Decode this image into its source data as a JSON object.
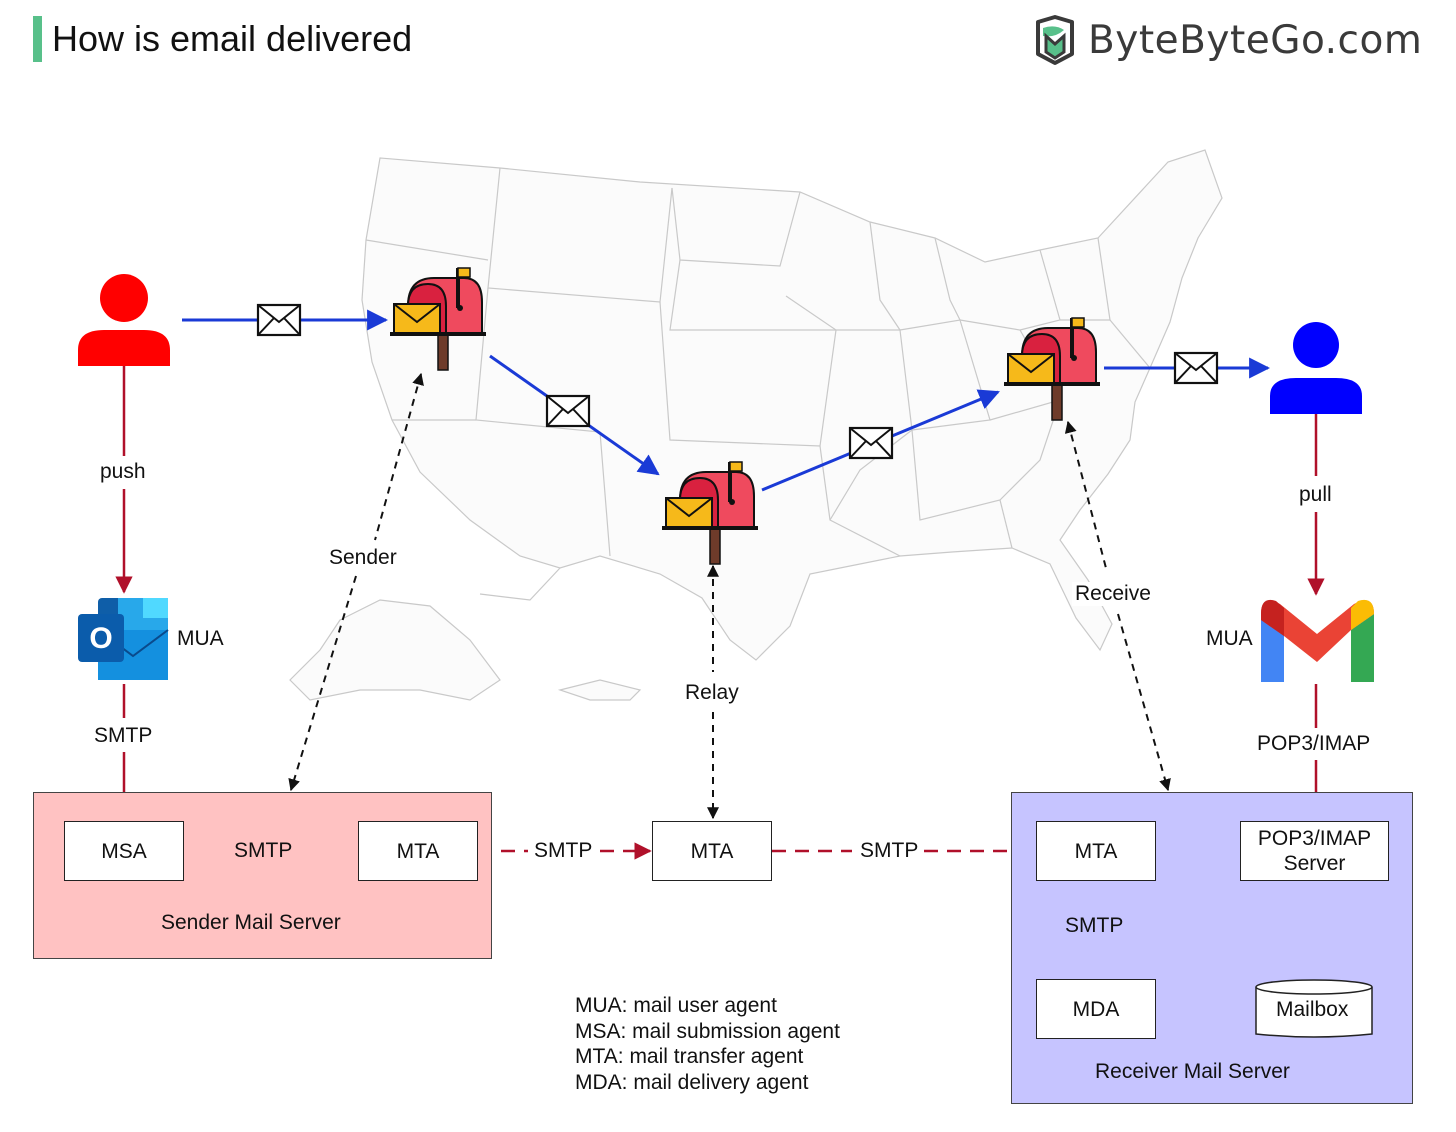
{
  "header": {
    "title": "How is email delivered",
    "brand": "ByteByteGo.com",
    "accent_color": "#58c08a"
  },
  "actors": {
    "sender_icon": "person-icon",
    "sender_color": "#ff0000",
    "receiver_icon": "person-icon",
    "receiver_color": "#0000ff"
  },
  "flow_labels": {
    "push": "push",
    "pull": "pull",
    "sender_mua": "MUA",
    "receiver_mua": "MUA",
    "sender_smtp": "SMTP",
    "receiver_protocol": "POP3/IMAP",
    "sender": "Sender",
    "relay": "Relay",
    "receive": "Receive",
    "smtp_msa_mta": "SMTP",
    "smtp_to_relay": "SMTP",
    "smtp_to_receiver": "SMTP",
    "smtp_mta_mda": "SMTP"
  },
  "sender_server": {
    "title": "Sender Mail Server",
    "msa": "MSA",
    "mta": "MTA",
    "fill": "#ffc2c2"
  },
  "relay_server": {
    "mta": "MTA"
  },
  "receiver_server": {
    "title": "Receiver Mail Server",
    "mta": "MTA",
    "pop_line1": "POP3/IMAP",
    "pop_line2": "Server",
    "mda": "MDA",
    "mailbox": "Mailbox",
    "fill": "#c6c4ff"
  },
  "legend": [
    "MUA: mail user agent",
    "MSA: mail submission agent",
    "MTA: mail transfer agent",
    "MDA: mail delivery agent"
  ],
  "colors": {
    "protocol_arrow": "#b0102a",
    "mail_route": "#1a3ad6",
    "dashed_link": "#111111"
  },
  "icons": [
    "outlook-icon",
    "gmail-icon",
    "mailbox-icon",
    "envelope-icon",
    "us-map"
  ]
}
